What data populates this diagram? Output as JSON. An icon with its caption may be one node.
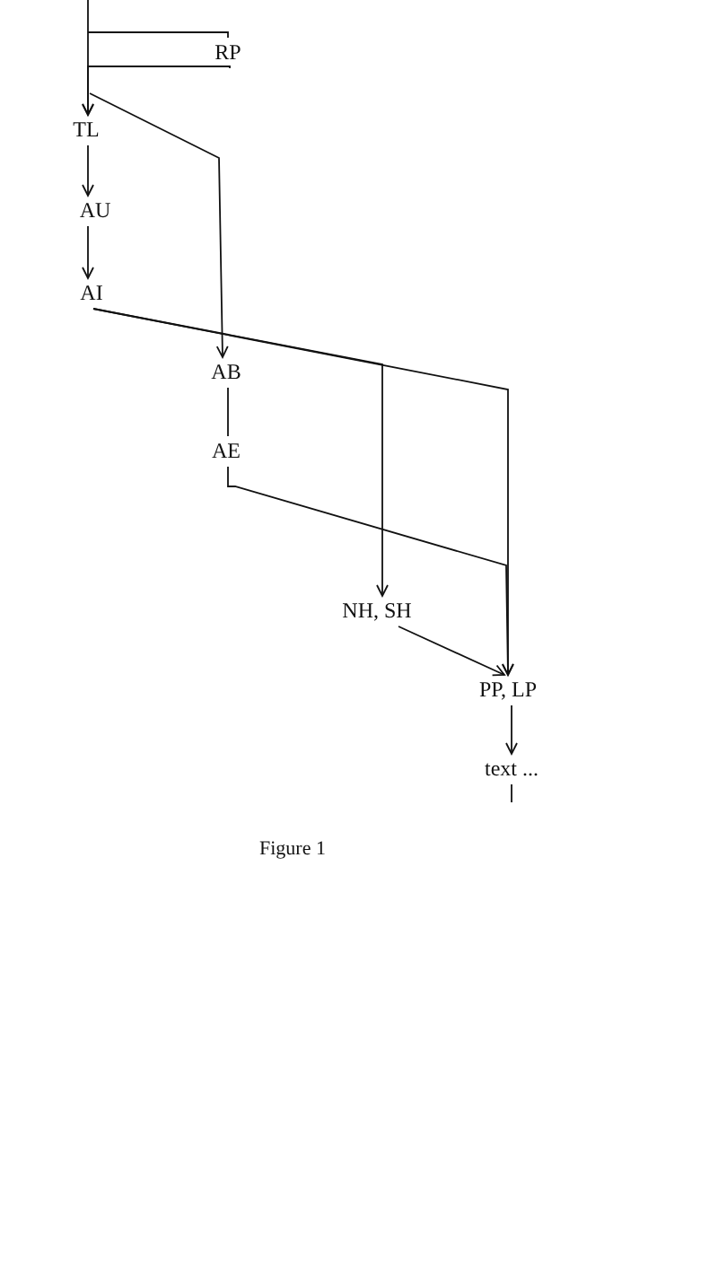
{
  "diagram": {
    "caption": "Figure 1",
    "nodes": [
      {
        "text": [
          "RP"
        ]
      },
      {
        "text": [
          "TL"
        ]
      },
      {
        "text": [
          "AU"
        ]
      },
      {
        "text": [
          "AI"
        ]
      },
      {
        "text": [
          "AB"
        ]
      },
      {
        "text": [
          "AE"
        ]
      },
      {
        "text": [
          "NH, SH"
        ]
      },
      {
        "text": [
          "PP, LP"
        ]
      },
      {
        "text": [
          "text ..."
        ]
      }
    ],
    "edges": [
      {
        "from": null,
        "to": 1,
        "arrow": "to"
      },
      {
        "from": null,
        "to": 0,
        "arrow": "none"
      },
      {
        "from": 0,
        "to": 1,
        "arrow": "to"
      },
      {
        "from": 1,
        "to": 4,
        "arrow": "to"
      },
      {
        "from": 1,
        "to": 2,
        "arrow": "to"
      },
      {
        "from": 2,
        "to": 3,
        "arrow": "to"
      },
      {
        "from": 3,
        "to": 6,
        "arrow": "to"
      },
      {
        "from": 3,
        "to": 7,
        "arrow": "to"
      },
      {
        "from": 4,
        "to": 5,
        "arrow": "none"
      },
      {
        "from": 5,
        "to": 7,
        "arrow": "to"
      },
      {
        "from": 6,
        "to": 7,
        "arrow": "to"
      },
      {
        "from": 7,
        "to": 8,
        "arrow": "to"
      },
      {
        "from": 8,
        "to": null,
        "arrow": "none"
      }
    ]
  }
}
